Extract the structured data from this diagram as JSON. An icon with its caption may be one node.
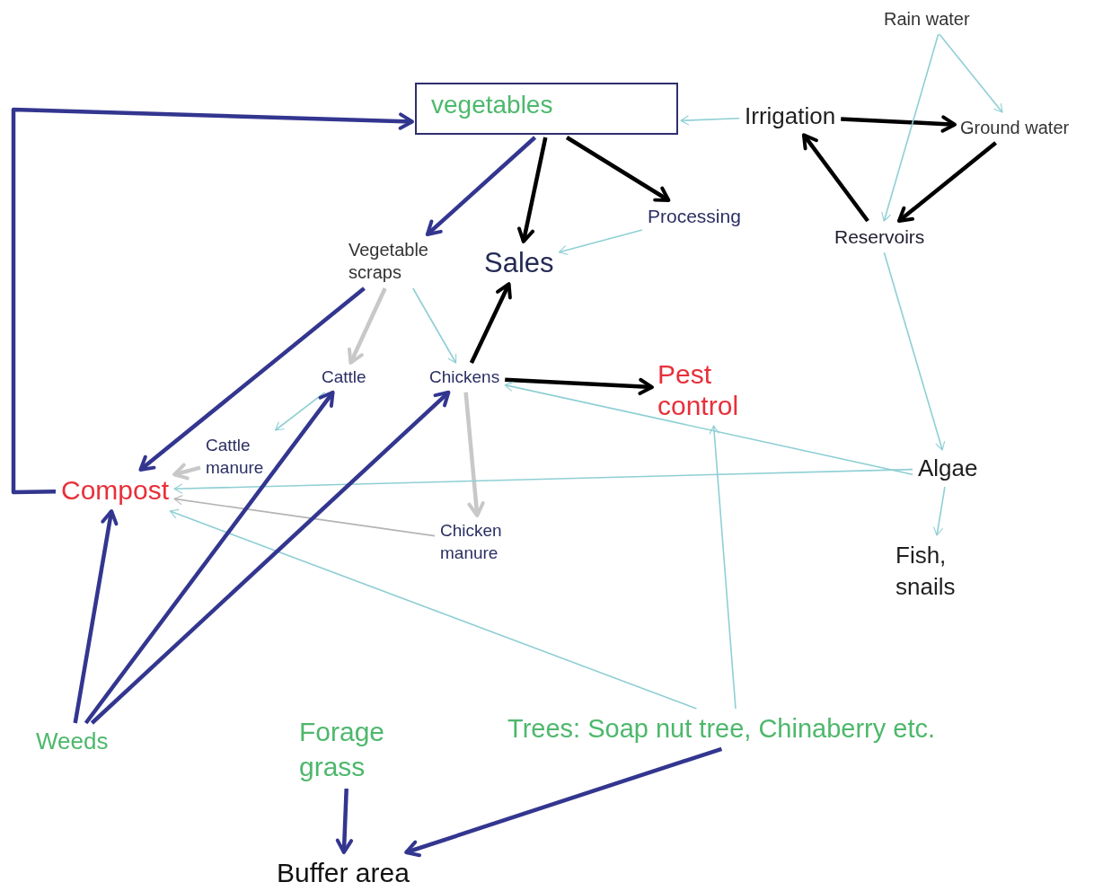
{
  "diagram": {
    "nodes": [
      {
        "text": [
          "vegetables"
        ]
      },
      {
        "text": [
          "Irrigation"
        ]
      },
      {
        "text": [
          "Rain water"
        ]
      },
      {
        "text": [
          "Ground water"
        ]
      },
      {
        "text": [
          "Reservoirs"
        ]
      },
      {
        "text": [
          "Processing"
        ]
      },
      {
        "text": [
          "Sales"
        ]
      },
      {
        "text": [
          "Vegetable scraps"
        ]
      },
      {
        "text": [
          "Cattle"
        ]
      },
      {
        "text": [
          "Chickens"
        ]
      },
      {
        "text": [
          "Pest control"
        ]
      },
      {
        "text": [
          "Cattle manure"
        ]
      },
      {
        "text": [
          "Compost"
        ]
      },
      {
        "text": [
          "Chicken manure"
        ]
      },
      {
        "text": [
          "Algae"
        ]
      },
      {
        "text": [
          "Fish, snails"
        ]
      },
      {
        "text": [
          "Weeds"
        ]
      },
      {
        "text": [
          "Forage grass"
        ]
      },
      {
        "text": [
          "Trees: Soap nut tree, Chinaberry etc."
        ]
      },
      {
        "text": [
          "Buffer area"
        ]
      }
    ],
    "edges": [
      {
        "from": 12,
        "to": 0,
        "arrow": "to",
        "color": "#33368f"
      },
      {
        "from": 1,
        "to": 0,
        "arrow": "to"
      },
      {
        "from": 1,
        "to": 3,
        "arrow": "to",
        "color": "#000000"
      },
      {
        "from": 2,
        "to": 3,
        "arrow": "to"
      },
      {
        "from": 2,
        "to": 4,
        "arrow": "to"
      },
      {
        "from": 3,
        "to": 4,
        "arrow": "to",
        "color": "#000000"
      },
      {
        "from": 4,
        "to": 1,
        "arrow": "to",
        "color": "#000000"
      },
      {
        "from": 0,
        "to": 7,
        "arrow": "to",
        "color": "#33368f"
      },
      {
        "from": 0,
        "to": 6,
        "arrow": "to",
        "color": "#000000"
      },
      {
        "from": 0,
        "to": 5,
        "arrow": "to",
        "color": "#000000"
      },
      {
        "from": 5,
        "to": 6,
        "arrow": "to"
      },
      {
        "from": 7,
        "to": 12,
        "arrow": "to",
        "color": "#33368f"
      },
      {
        "from": 7,
        "to": 8,
        "arrow": "to",
        "color": "#c8c8c8"
      },
      {
        "from": 7,
        "to": 9,
        "arrow": "to"
      },
      {
        "from": 9,
        "to": 6,
        "arrow": "to",
        "color": "#000000"
      },
      {
        "from": 9,
        "to": 10,
        "arrow": "to",
        "color": "#000000"
      },
      {
        "from": 9,
        "to": 13,
        "arrow": "to",
        "color": "#c8c8c8"
      },
      {
        "from": 8,
        "to": 11,
        "arrow": "to"
      },
      {
        "from": 11,
        "to": 12,
        "arrow": "to",
        "color": "#c8c8c8"
      },
      {
        "from": 13,
        "to": 12,
        "arrow": "to",
        "color": "#b4b4b4"
      },
      {
        "from": 4,
        "to": 14,
        "arrow": "to"
      },
      {
        "from": 14,
        "to": 15,
        "arrow": "to"
      },
      {
        "from": 14,
        "to": 9,
        "arrow": "to"
      },
      {
        "from": 14,
        "to": 12,
        "arrow": "to"
      },
      {
        "from": 18,
        "to": 12,
        "arrow": "to"
      },
      {
        "from": 18,
        "to": 10,
        "arrow": "to"
      },
      {
        "from": 16,
        "to": 12,
        "arrow": "to",
        "color": "#33368f"
      },
      {
        "from": 16,
        "to": 8,
        "arrow": "to",
        "color": "#33368f"
      },
      {
        "from": 16,
        "to": 9,
        "arrow": "to",
        "color": "#33368f"
      },
      {
        "from": 17,
        "to": 19,
        "arrow": "to",
        "color": "#33368f"
      },
      {
        "from": 18,
        "to": 19,
        "arrow": "to",
        "color": "#33368f"
      }
    ]
  }
}
